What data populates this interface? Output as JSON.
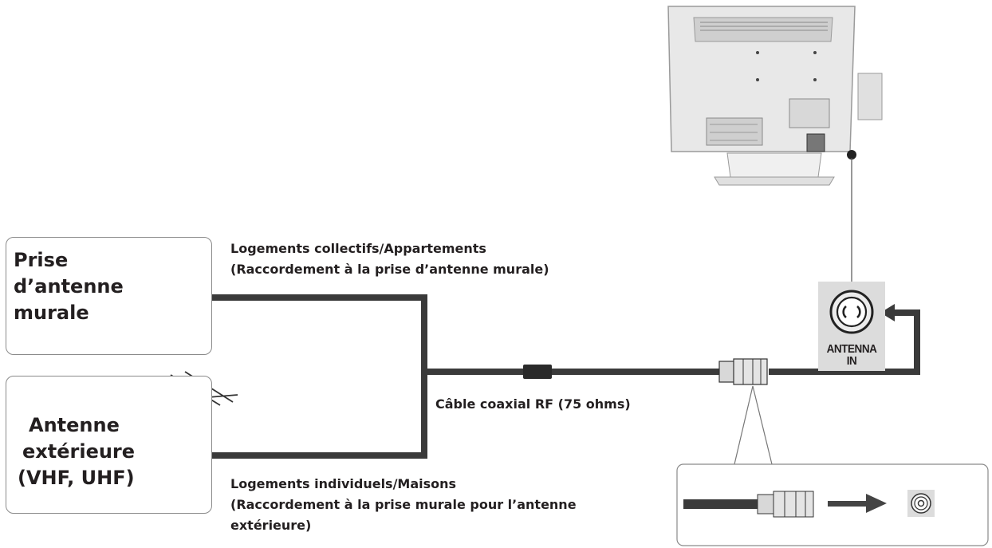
{
  "wall_outlet": {
    "label_lines": [
      "Prise",
      "d’antenne",
      "murale"
    ]
  },
  "outdoor_antenna": {
    "label_lines": [
      "Antenne",
      "extérieure",
      "(VHF, UHF)"
    ]
  },
  "captions": {
    "apartments": [
      "Logements collectifs/Appartements",
      "(Raccordement à la prise d’antenne murale)"
    ],
    "houses": [
      "Logements individuels/Maisons",
      "(Raccordement à la prise murale pour l’antenne",
      "extérieure)"
    ],
    "cable": "Câble coaxial RF (75 ohms)"
  },
  "antenna_port": {
    "label_lines": [
      "ANTENNA",
      "IN"
    ]
  },
  "colors": {
    "cable": "#3a3a3a",
    "port_panel": "#dcdcdc",
    "tv_body": "#e6e6e6",
    "box_border": "#8a8a8a"
  }
}
